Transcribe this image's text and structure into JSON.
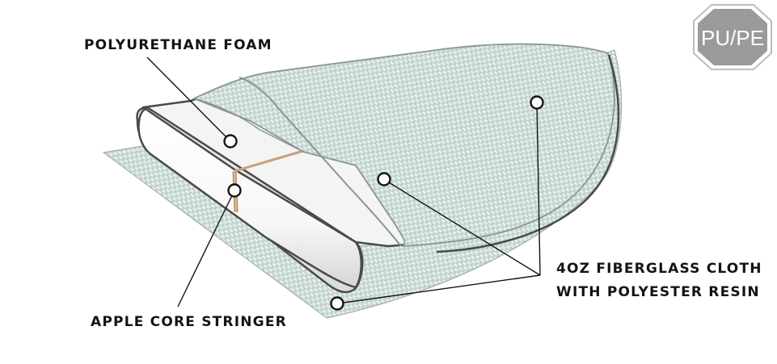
{
  "badge": {
    "label": "PU/PE"
  },
  "callouts": {
    "foam": "POLYURETHANE FOAM",
    "stringer": "APPLE CORE STRINGER",
    "cloth_line1": "4OZ FIBERGLASS CLOTH",
    "cloth_line2": "WITH POLYESTER RESIN"
  },
  "colors": {
    "cloth_fill": "#cbdbd7",
    "cloth_weave": "#e9f1ef",
    "cloth_edge": "#8a9592",
    "foam_fill": "#ffffff",
    "foam_shade": "#d9d9d9",
    "outline": "#4a4a4a",
    "stringer": "#c9a27a",
    "badge_fill": "#9a9a9a",
    "badge_ring": "#bdbdbd",
    "text": "#141414"
  }
}
